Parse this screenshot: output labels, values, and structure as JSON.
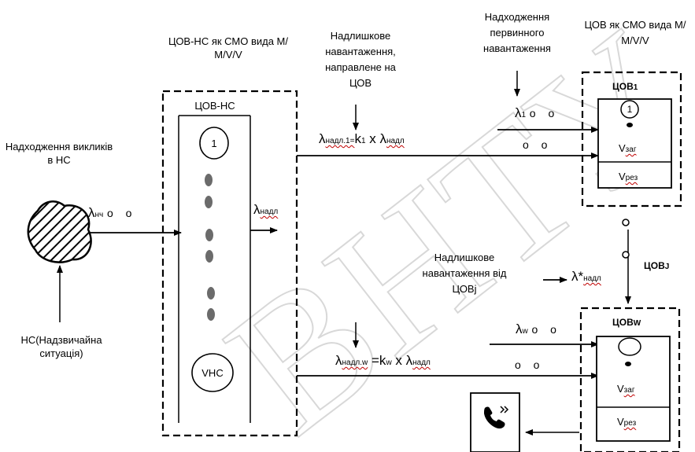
{
  "diagram": {
    "labels": {
      "ns_incoming": "Надходження викликів в НС",
      "ns_source": "НС(Надзвичайна ситуація)",
      "cov_ns_model": "ЦОВ-НС як СМО вида М/М/V/V",
      "cov_ns_box": "ЦОВ-НС",
      "excess_to_cov": "Надлишкове навантаження, направлене на ЦОВ",
      "primary_incoming": "Надходження первинного навантаження",
      "cov_model": "ЦОВ як СМО вида М/М/V/V",
      "excess_from_covj": "Надлишкове навантаження від ЦОВj"
    },
    "servers": {
      "first": "1",
      "last": "VНС"
    },
    "flows": {
      "lambda": "λ",
      "lambda_star": "λ*",
      "lambda_nch_sub": "нч",
      "lambda_nadl_sub": "надл",
      "lambda_1_sub": "1",
      "lambda_w_sub": "w",
      "formula1_sub": "надл.1=",
      "formula1_k": "k",
      "formula1_k_sub": "1",
      "formula_times": "x",
      "formula_w_sub": "надл.w",
      "formula_eq": "=k",
      "formula_kw_sub": "w",
      "queue_dots": "o o"
    },
    "cov1": {
      "title": "ЦОВ",
      "title_sub": "1",
      "server": "1",
      "v": "V",
      "v_zag_sub": "заг",
      "v_rez_sub": "рез"
    },
    "covj": {
      "title": "ЦОВ",
      "title_sub": "J"
    },
    "covw": {
      "title": "ЦОВ",
      "title_sub": "W",
      "v": "V",
      "v_zag_sub": "заг",
      "v_rez_sub": "рез"
    },
    "watermark": "ВНТУ",
    "colors": {
      "line": "#000000",
      "server_fill": "#6b6b6b",
      "wavy": "#c00000",
      "watermark": "#bdbdbd"
    }
  }
}
